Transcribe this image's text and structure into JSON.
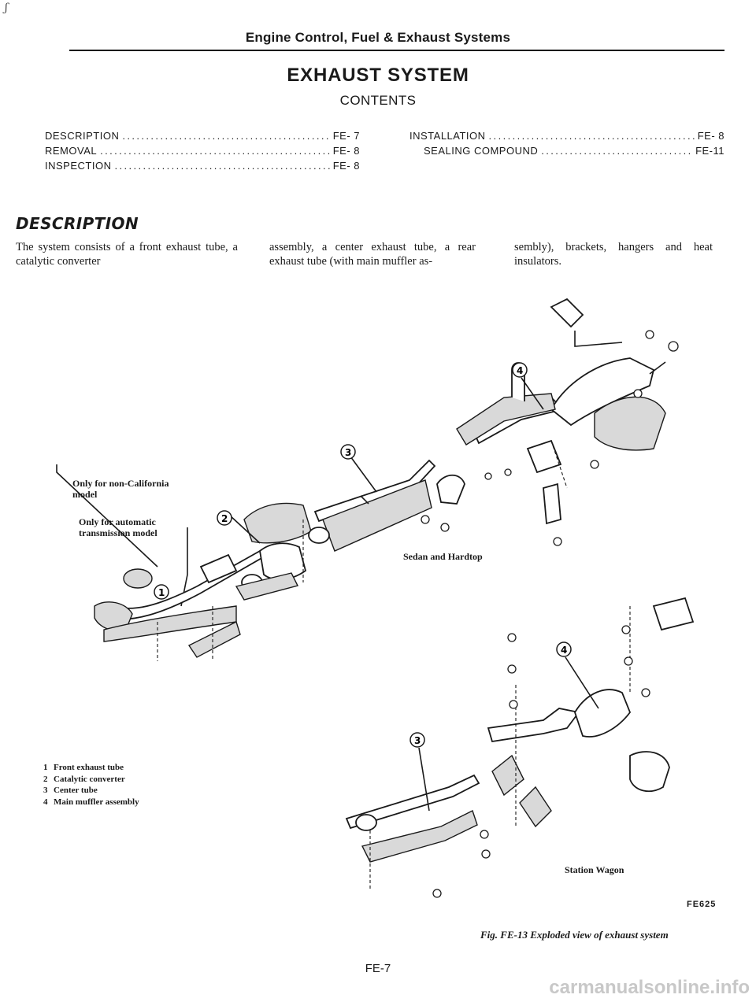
{
  "corner_mark": "ʃ",
  "header": {
    "title": "Engine Control, Fuel & Exhaust Systems"
  },
  "page_title": "EXHAUST SYSTEM",
  "contents_label": "CONTENTS",
  "toc": {
    "left": [
      {
        "label": "DESCRIPTION",
        "page": "FE- 7"
      },
      {
        "label": "REMOVAL",
        "page": "FE- 8"
      },
      {
        "label": "INSPECTION",
        "page": "FE- 8"
      }
    ],
    "right": [
      {
        "label": "INSTALLATION",
        "page": "FE- 8"
      },
      {
        "label": "SEALING COMPOUND",
        "page": "FE-11"
      }
    ]
  },
  "description": {
    "heading": "DESCRIPTION",
    "col1": "The system consists of a front exhaust tube, a catalytic converter",
    "col2": "assembly, a center exhaust tube, a rear exhaust tube (with main muffler as-",
    "col3": "sembly), brackets, hangers and heat insulators."
  },
  "figure": {
    "note_non_california": "Only for non-California model",
    "note_automatic": "Only for automatic transmission model",
    "callouts": [
      "1",
      "2",
      "3",
      "4",
      "3",
      "4"
    ],
    "variant_sedan": "Sedan and Hardtop",
    "variant_wagon": "Station Wagon",
    "legend": [
      {
        "num": "1",
        "label": "Front exhaust tube"
      },
      {
        "num": "2",
        "label": "Catalytic converter"
      },
      {
        "num": "3",
        "label": "Center tube"
      },
      {
        "num": "4",
        "label": "Main muffler assembly"
      }
    ],
    "code": "FE625",
    "caption": "Fig. FE-13 Exploded view of exhaust system"
  },
  "page_number": "FE-7",
  "watermark": "carmanualsonline.info",
  "icons": [
    "exhaust-system-exploded-diagram"
  ]
}
